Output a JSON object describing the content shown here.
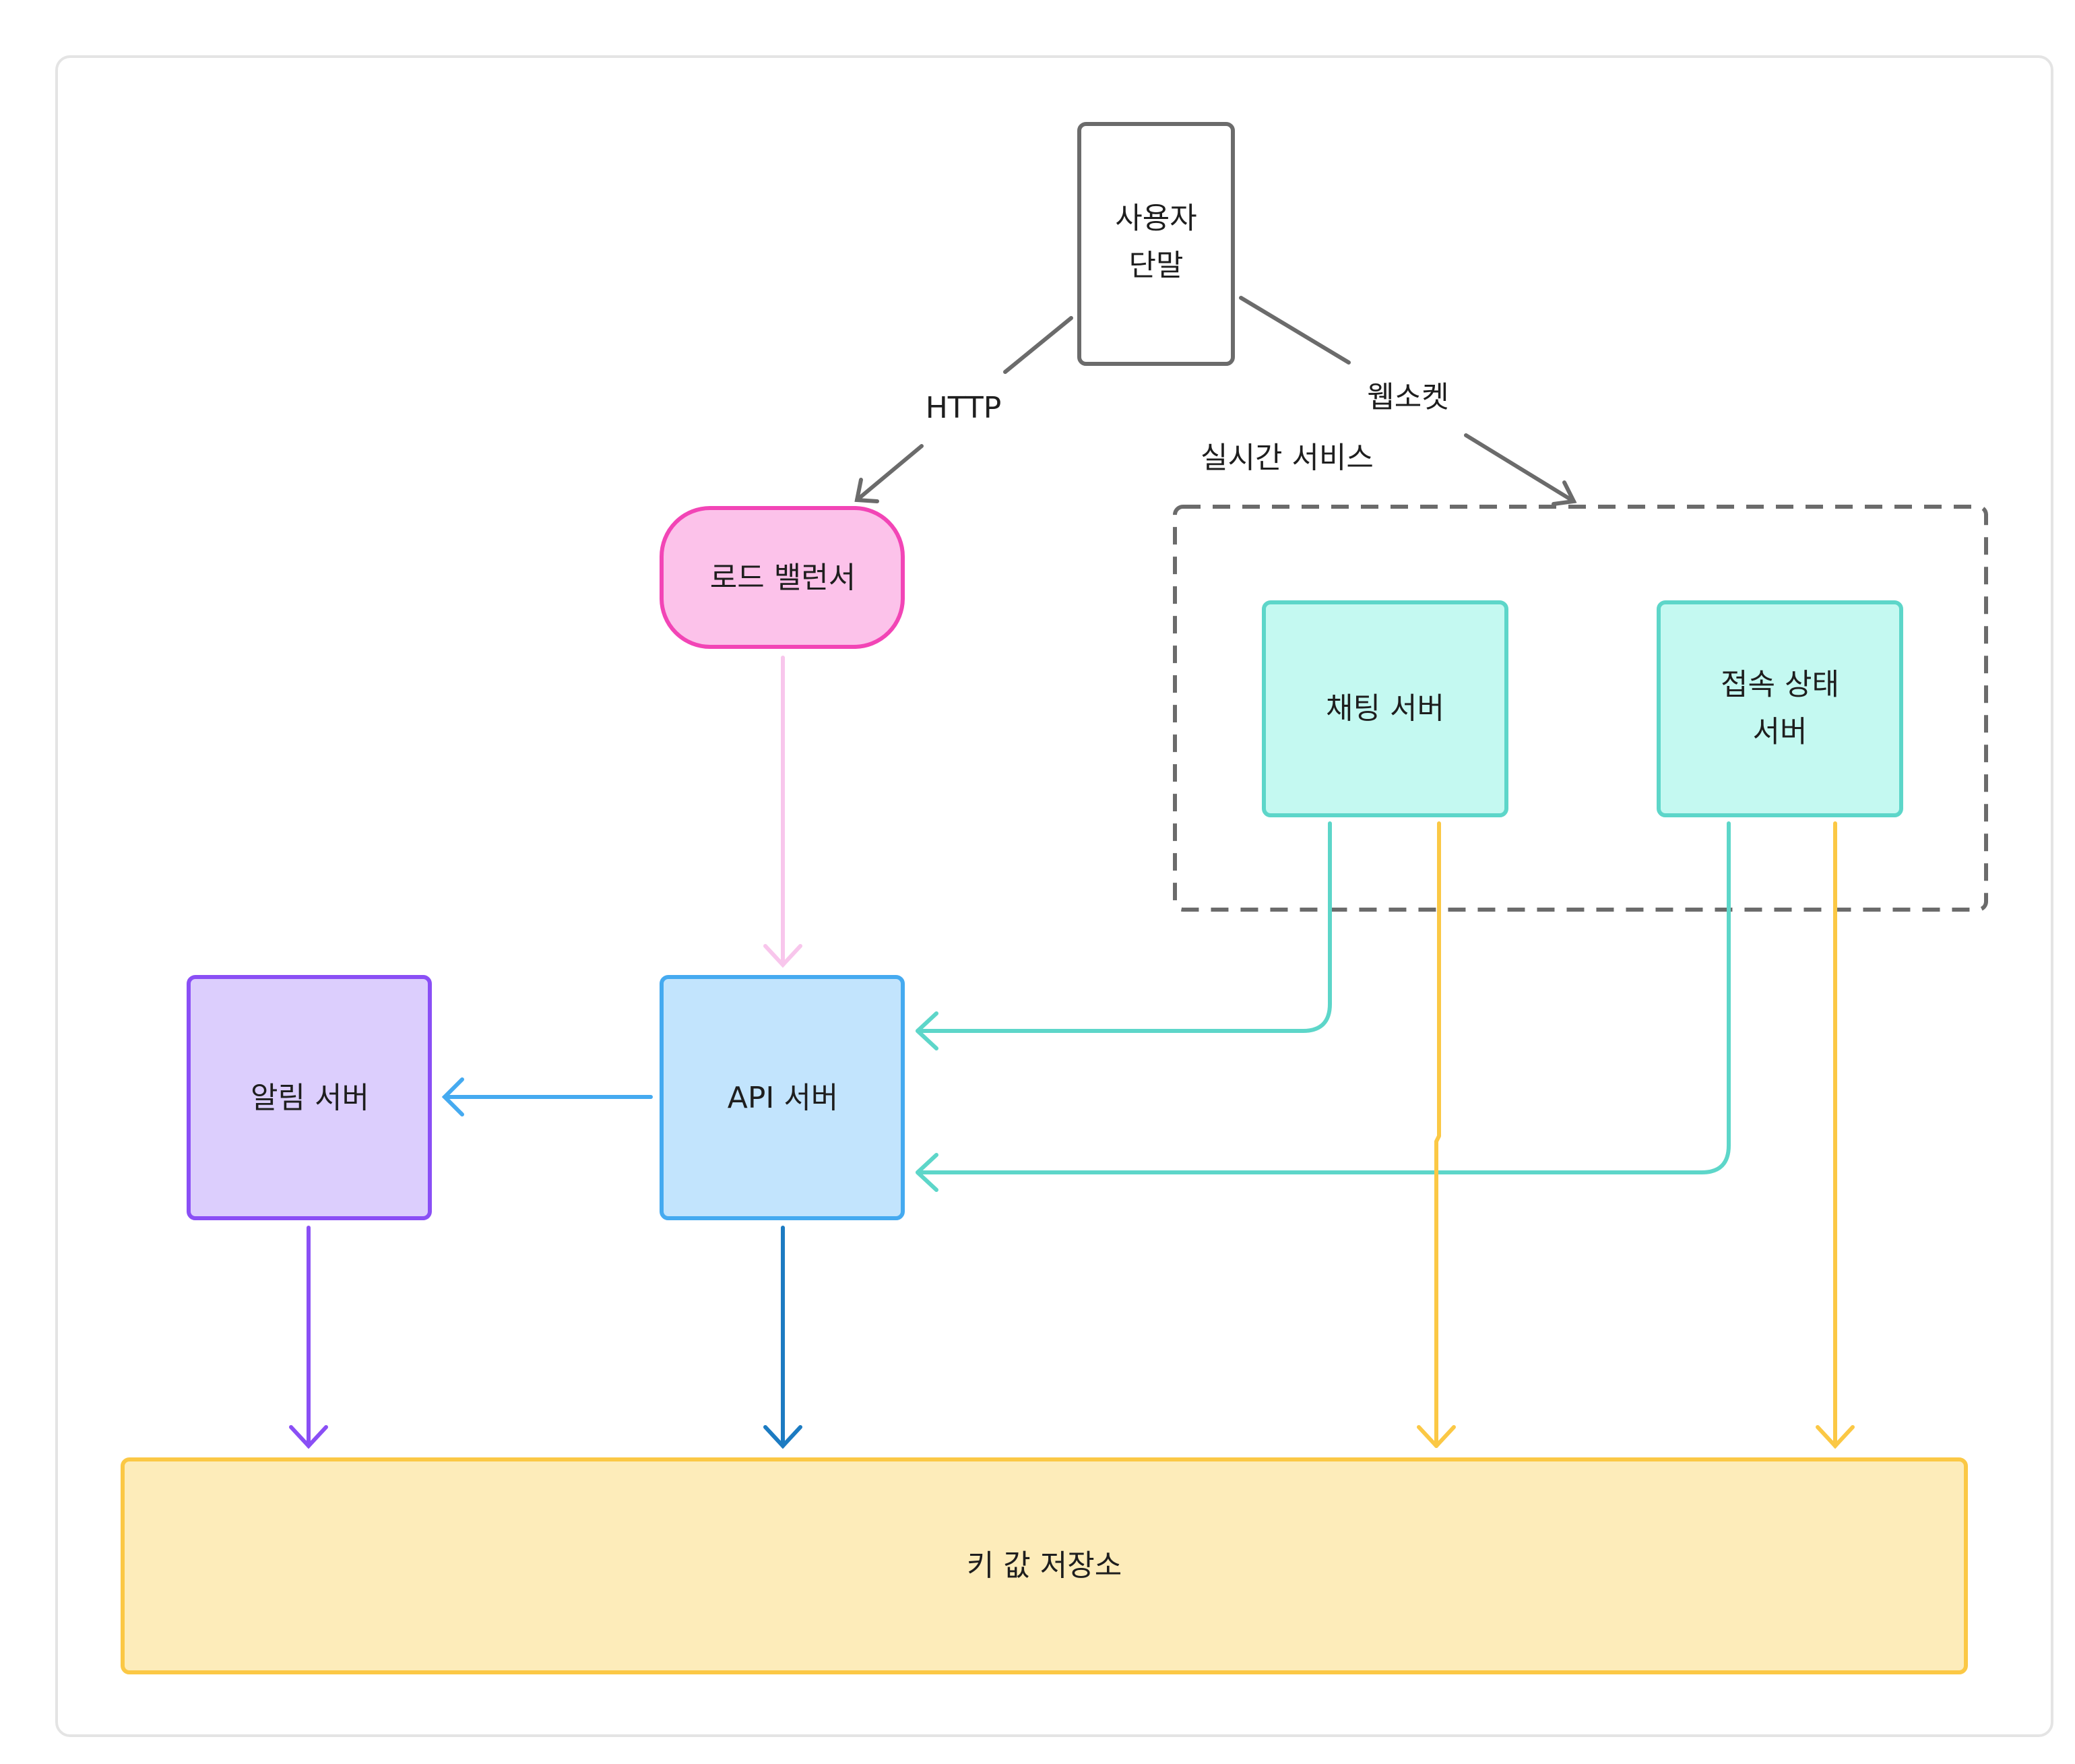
{
  "colors": {
    "frame": "#e4e4e4",
    "gray": "#6b6b6b",
    "pink_stroke": "#f245b6",
    "pink_fill": "#fcc2ea",
    "pink_arrow": "#f8c6ec",
    "teal_stroke": "#5dd6c9",
    "teal_fill": "#c4f9f1",
    "blue_stroke": "#45aaf0",
    "blue_fill": "#c2e4fd",
    "blue_dark": "#1c7bc2",
    "purple_stroke": "#8a4ff5",
    "purple_fill": "#dccefd",
    "yellow_stroke": "#fbc845",
    "yellow_fill": "#fdecba"
  },
  "nodes": {
    "user_device": {
      "line1": "사용자",
      "line2": "단말"
    },
    "load_balancer": {
      "label": "로드 밸런서"
    },
    "realtime_group": {
      "label": "실시간 서비스"
    },
    "chat_server": {
      "label": "채팅 서버"
    },
    "presence_server": {
      "line1": "접속 상태",
      "line2": "서버"
    },
    "api_server": {
      "label": "API 서버"
    },
    "notification_server": {
      "label": "알림 서버"
    },
    "kv_store": {
      "label": "키 값 저장소"
    }
  },
  "edges": {
    "http": {
      "label": "HTTP"
    },
    "websocket": {
      "label": "웹소켓"
    }
  }
}
